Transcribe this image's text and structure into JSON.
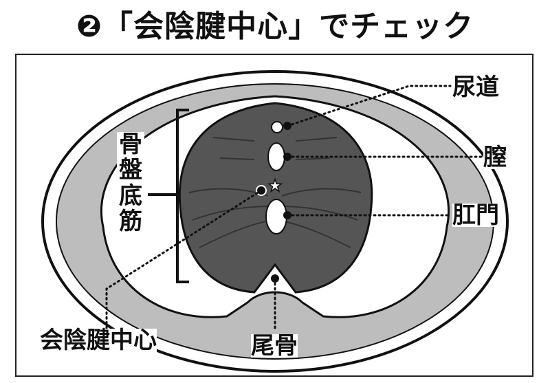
{
  "title": "❷「会陰腱中心」でチェック",
  "labels": {
    "urethra": "尿道",
    "vagina": "膣",
    "anus": "肛門",
    "pelvic_floor": "骨盤底筋",
    "perineal_body": "会陰腱中心",
    "coccyx": "尾骨"
  }
}
